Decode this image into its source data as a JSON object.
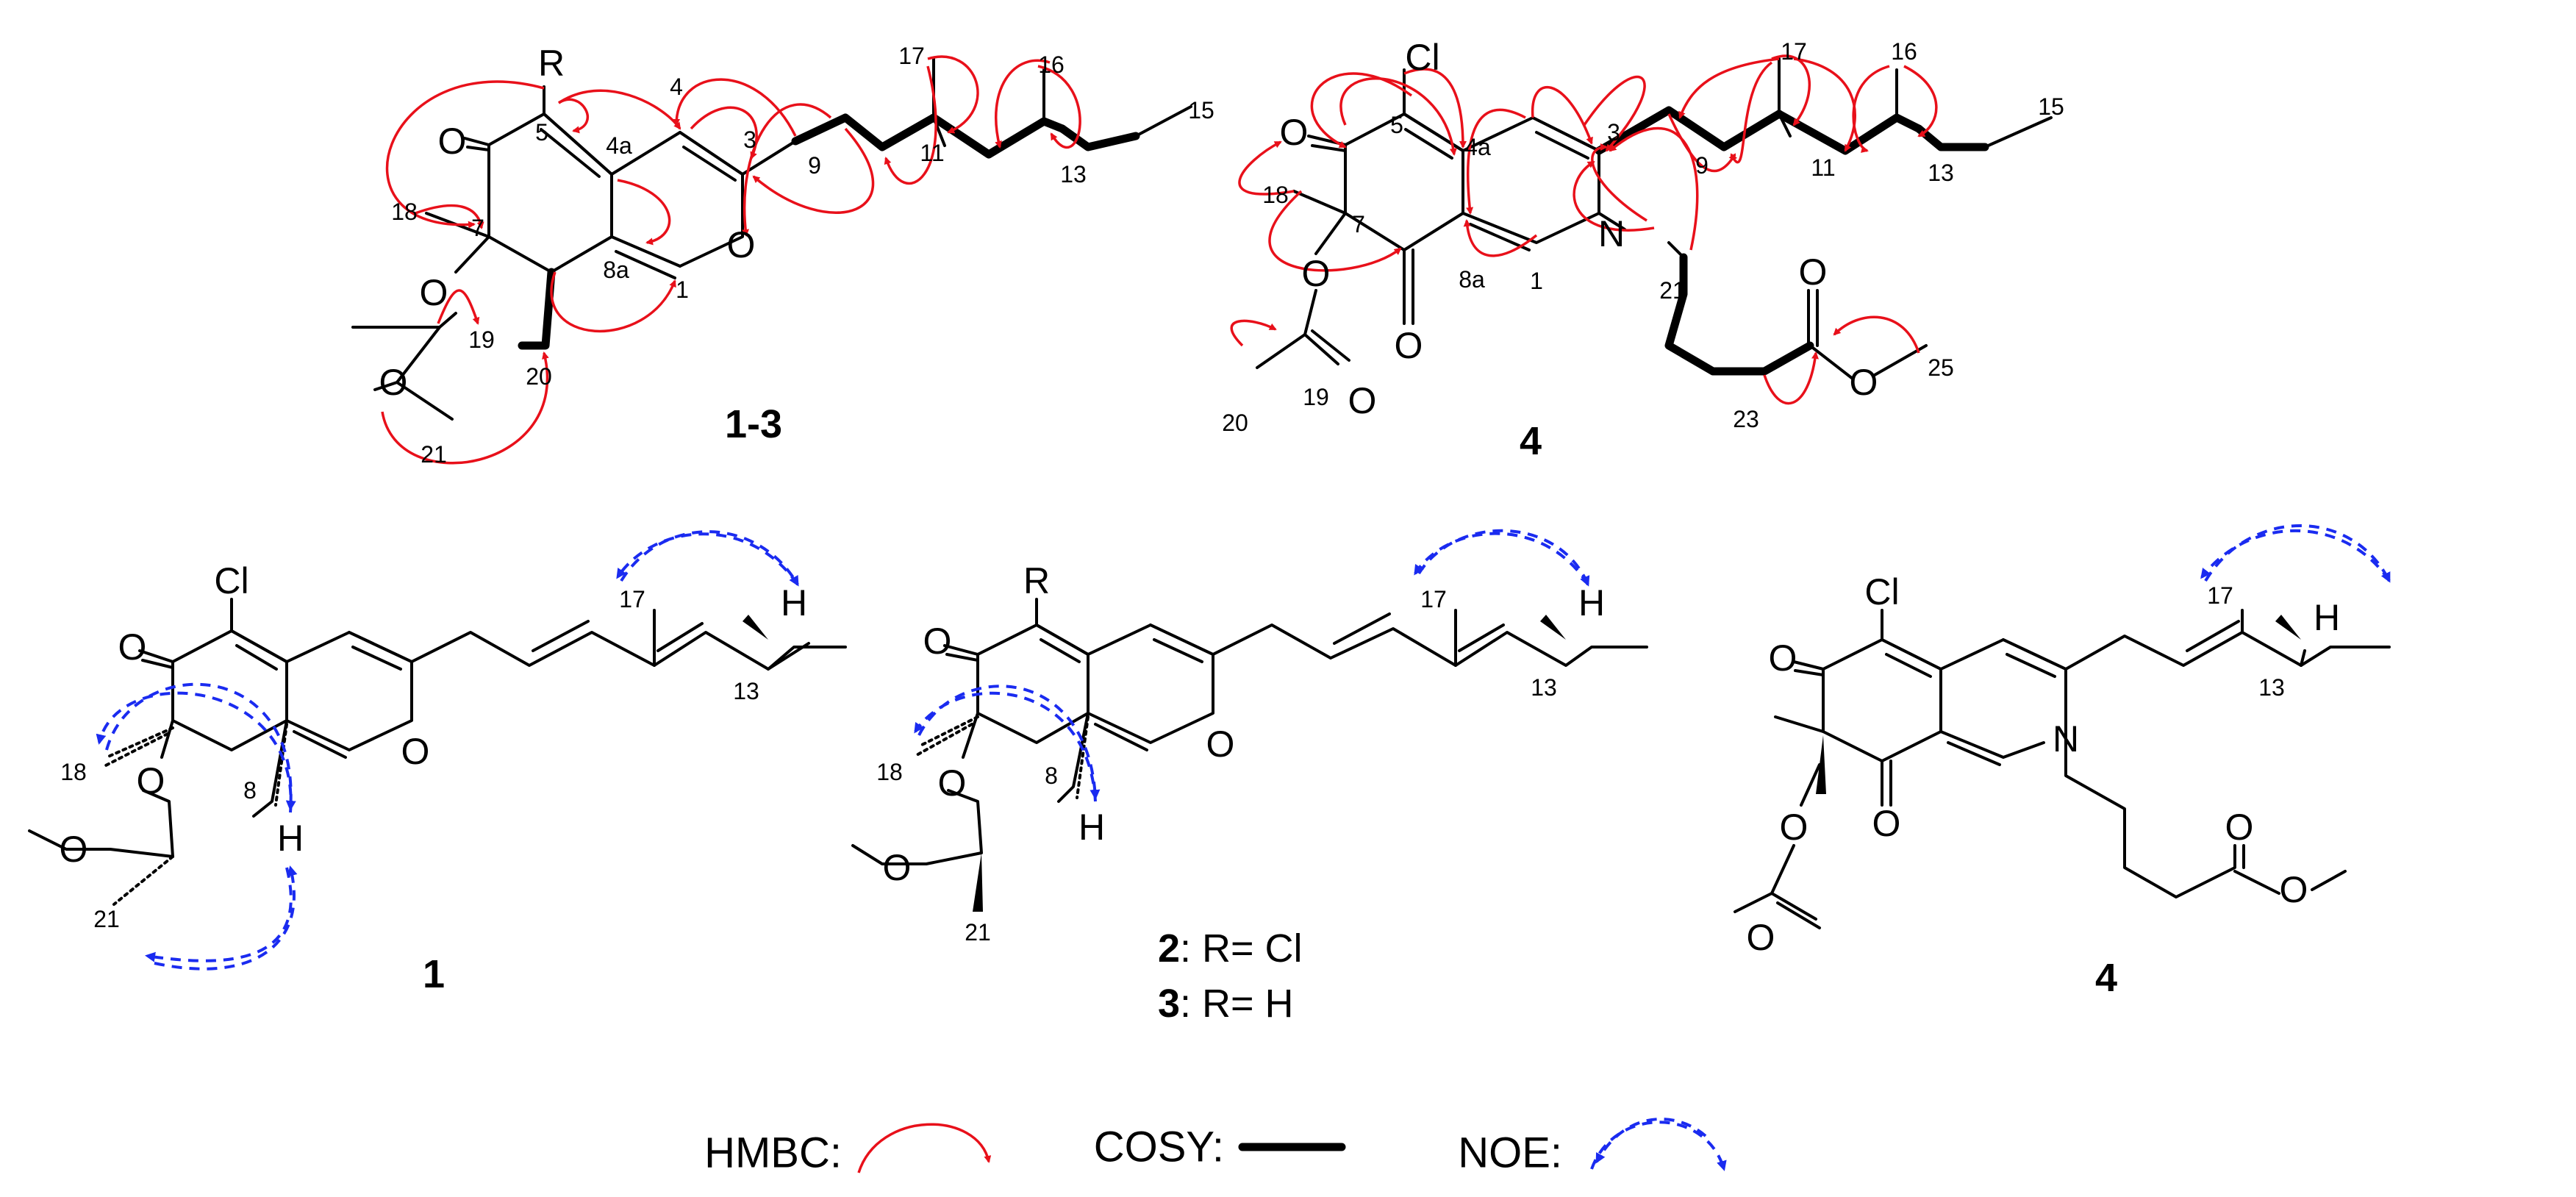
{
  "atoms": {
    "O": "O",
    "N": "N",
    "Cl": "Cl",
    "H": "H",
    "R": "R"
  },
  "top_left": {
    "compound": "1-3",
    "numbers": [
      "1",
      "3",
      "4",
      "4a",
      "5",
      "7",
      "8a",
      "9",
      "11",
      "13",
      "15",
      "16",
      "17",
      "18",
      "19",
      "20",
      "21"
    ]
  },
  "top_right": {
    "compound": "4",
    "numbers": [
      "1",
      "3",
      "4a",
      "5",
      "7",
      "8a",
      "9",
      "11",
      "13",
      "15",
      "16",
      "17",
      "18",
      "19",
      "20",
      "21",
      "23",
      "25"
    ]
  },
  "bottom": {
    "c1": {
      "compound": "1",
      "numbers": [
        "8",
        "13",
        "17",
        "18",
        "21"
      ]
    },
    "c23": {
      "numbers": [
        "8",
        "13",
        "17",
        "18",
        "21"
      ],
      "label2_id": "2",
      "label2_text": ": R= Cl",
      "label3_id": "3",
      "label3_text": ": R= H"
    },
    "c4": {
      "compound": "4",
      "numbers": [
        "13",
        "17"
      ]
    }
  },
  "legend": {
    "hmbc": "HMBC:",
    "cosy": "COSY:",
    "noe": "NOE:"
  },
  "colors": {
    "hmbc": "#e8101a",
    "noe": "#1a2bf0",
    "bond": "#000000"
  }
}
